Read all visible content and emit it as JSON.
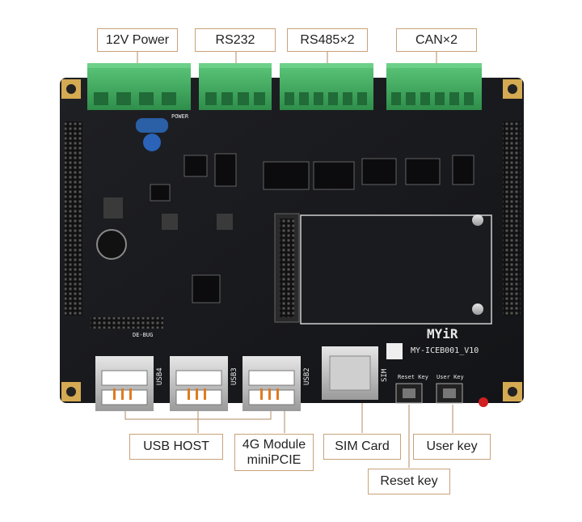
{
  "labels": {
    "power": "12V Power",
    "rs232": "RS232",
    "rs485": "RS485×2",
    "can": "CAN×2",
    "usb_host": "USB HOST",
    "module_line1": "4G Module",
    "module_line2": "miniPCIE",
    "sim_card": "SIM Card",
    "user_key": "User key",
    "reset_key": "Reset key"
  },
  "silkscreen": {
    "brand": "MYiR",
    "model": "MY-ICEB001_V10",
    "usb4": "USB4",
    "usb3": "USB3",
    "usb2": "USB2",
    "sim": "SIM",
    "reset_key": "Reset Key",
    "user_key": "User Key",
    "debug": "DE-BUG",
    "power": "POWER"
  },
  "colors": {
    "board": "#17181b",
    "terminal_green": "#3fae5f",
    "gold_pad": "#d4aa52",
    "callout_border": "#c8a27a",
    "leader_line": "#b08a62"
  }
}
